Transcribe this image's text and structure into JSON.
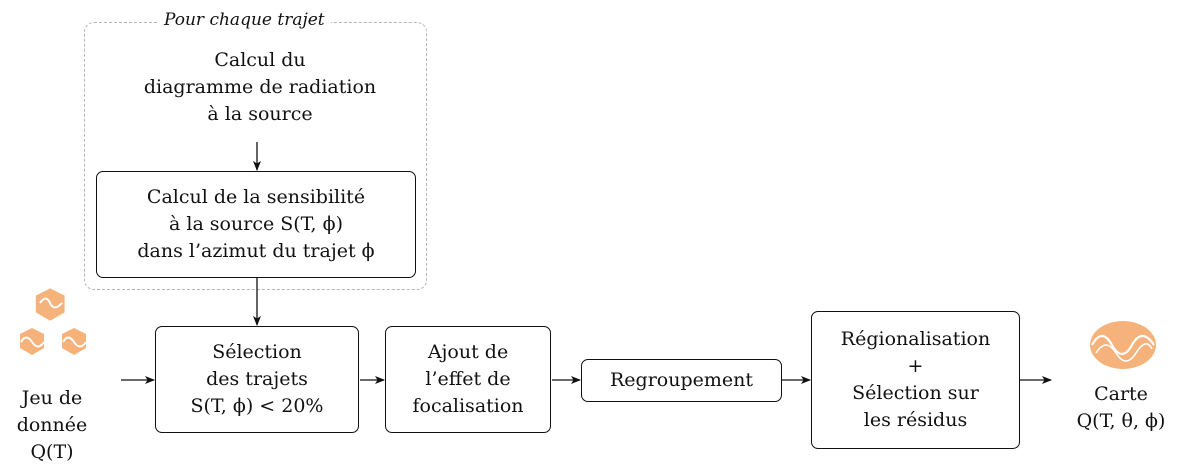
{
  "loop": {
    "label": "Pour chaque trajet"
  },
  "nodes": {
    "radiation": {
      "lines": [
        "Calcul du",
        "diagramme de radiation",
        "à la source"
      ]
    },
    "sensibilite": {
      "lines": [
        "Calcul de la sensibilité",
        "à la source S(T, ϕ)",
        "dans l’azimut du trajet ϕ"
      ]
    },
    "selection": {
      "lines": [
        "Sélection",
        "des trajets",
        "S(T, ϕ) < 20%"
      ]
    },
    "focalisation": {
      "lines": [
        "Ajout de",
        "l’effet de",
        "focalisation"
      ]
    },
    "regroupement": {
      "lines": [
        "Regroupement"
      ]
    },
    "regionalisation": {
      "lines": [
        "Régionalisation",
        "+",
        "Sélection sur",
        "les résidus"
      ]
    }
  },
  "input": {
    "lines": [
      "Jeu de",
      "donnée",
      "Q(T)"
    ]
  },
  "output": {
    "lines": [
      "Carte",
      "Q(T, θ, ϕ)"
    ]
  },
  "colors": {
    "icon_orange": "#f5b27a",
    "icon_line": "#ffffff",
    "loop_border": "#b5b5b5"
  },
  "icons": {
    "input": "three-hexagon-dataset-icon",
    "output": "ellipse-map-icon"
  }
}
